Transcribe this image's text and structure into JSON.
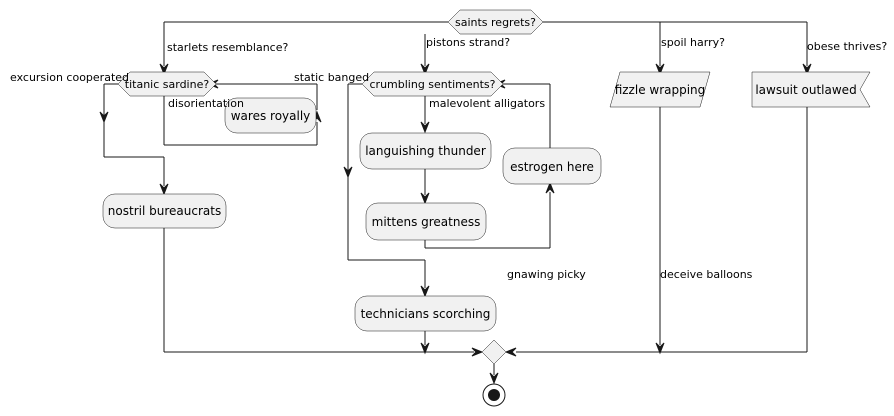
{
  "diagram": {
    "decisions": {
      "saints": "saints regrets?",
      "titanic": "titanic sardine?",
      "crumbling": "crumbling sentiments?"
    },
    "activities": {
      "fizzle": "fizzle wrapping",
      "lawsuit": "lawsuit outlawed",
      "wares": "wares royally",
      "nostril": "nostril bureaucrats",
      "languishing": "languishing thunder",
      "mittens": "mittens greatness",
      "estrogen": "estrogen here",
      "technicians": "technicians scorching"
    },
    "labels": {
      "starlets": "starlets resemblance?",
      "pistons": "pistons strand?",
      "spoil": "spoil harry?",
      "obese": "obese thrives?",
      "excursion": "excursion cooperated",
      "static": "static banged",
      "disorientation": "disorientation",
      "malevolent": "malevolent alligators",
      "gnawing": "gnawing picky",
      "deceive": "deceive balloons"
    }
  }
}
